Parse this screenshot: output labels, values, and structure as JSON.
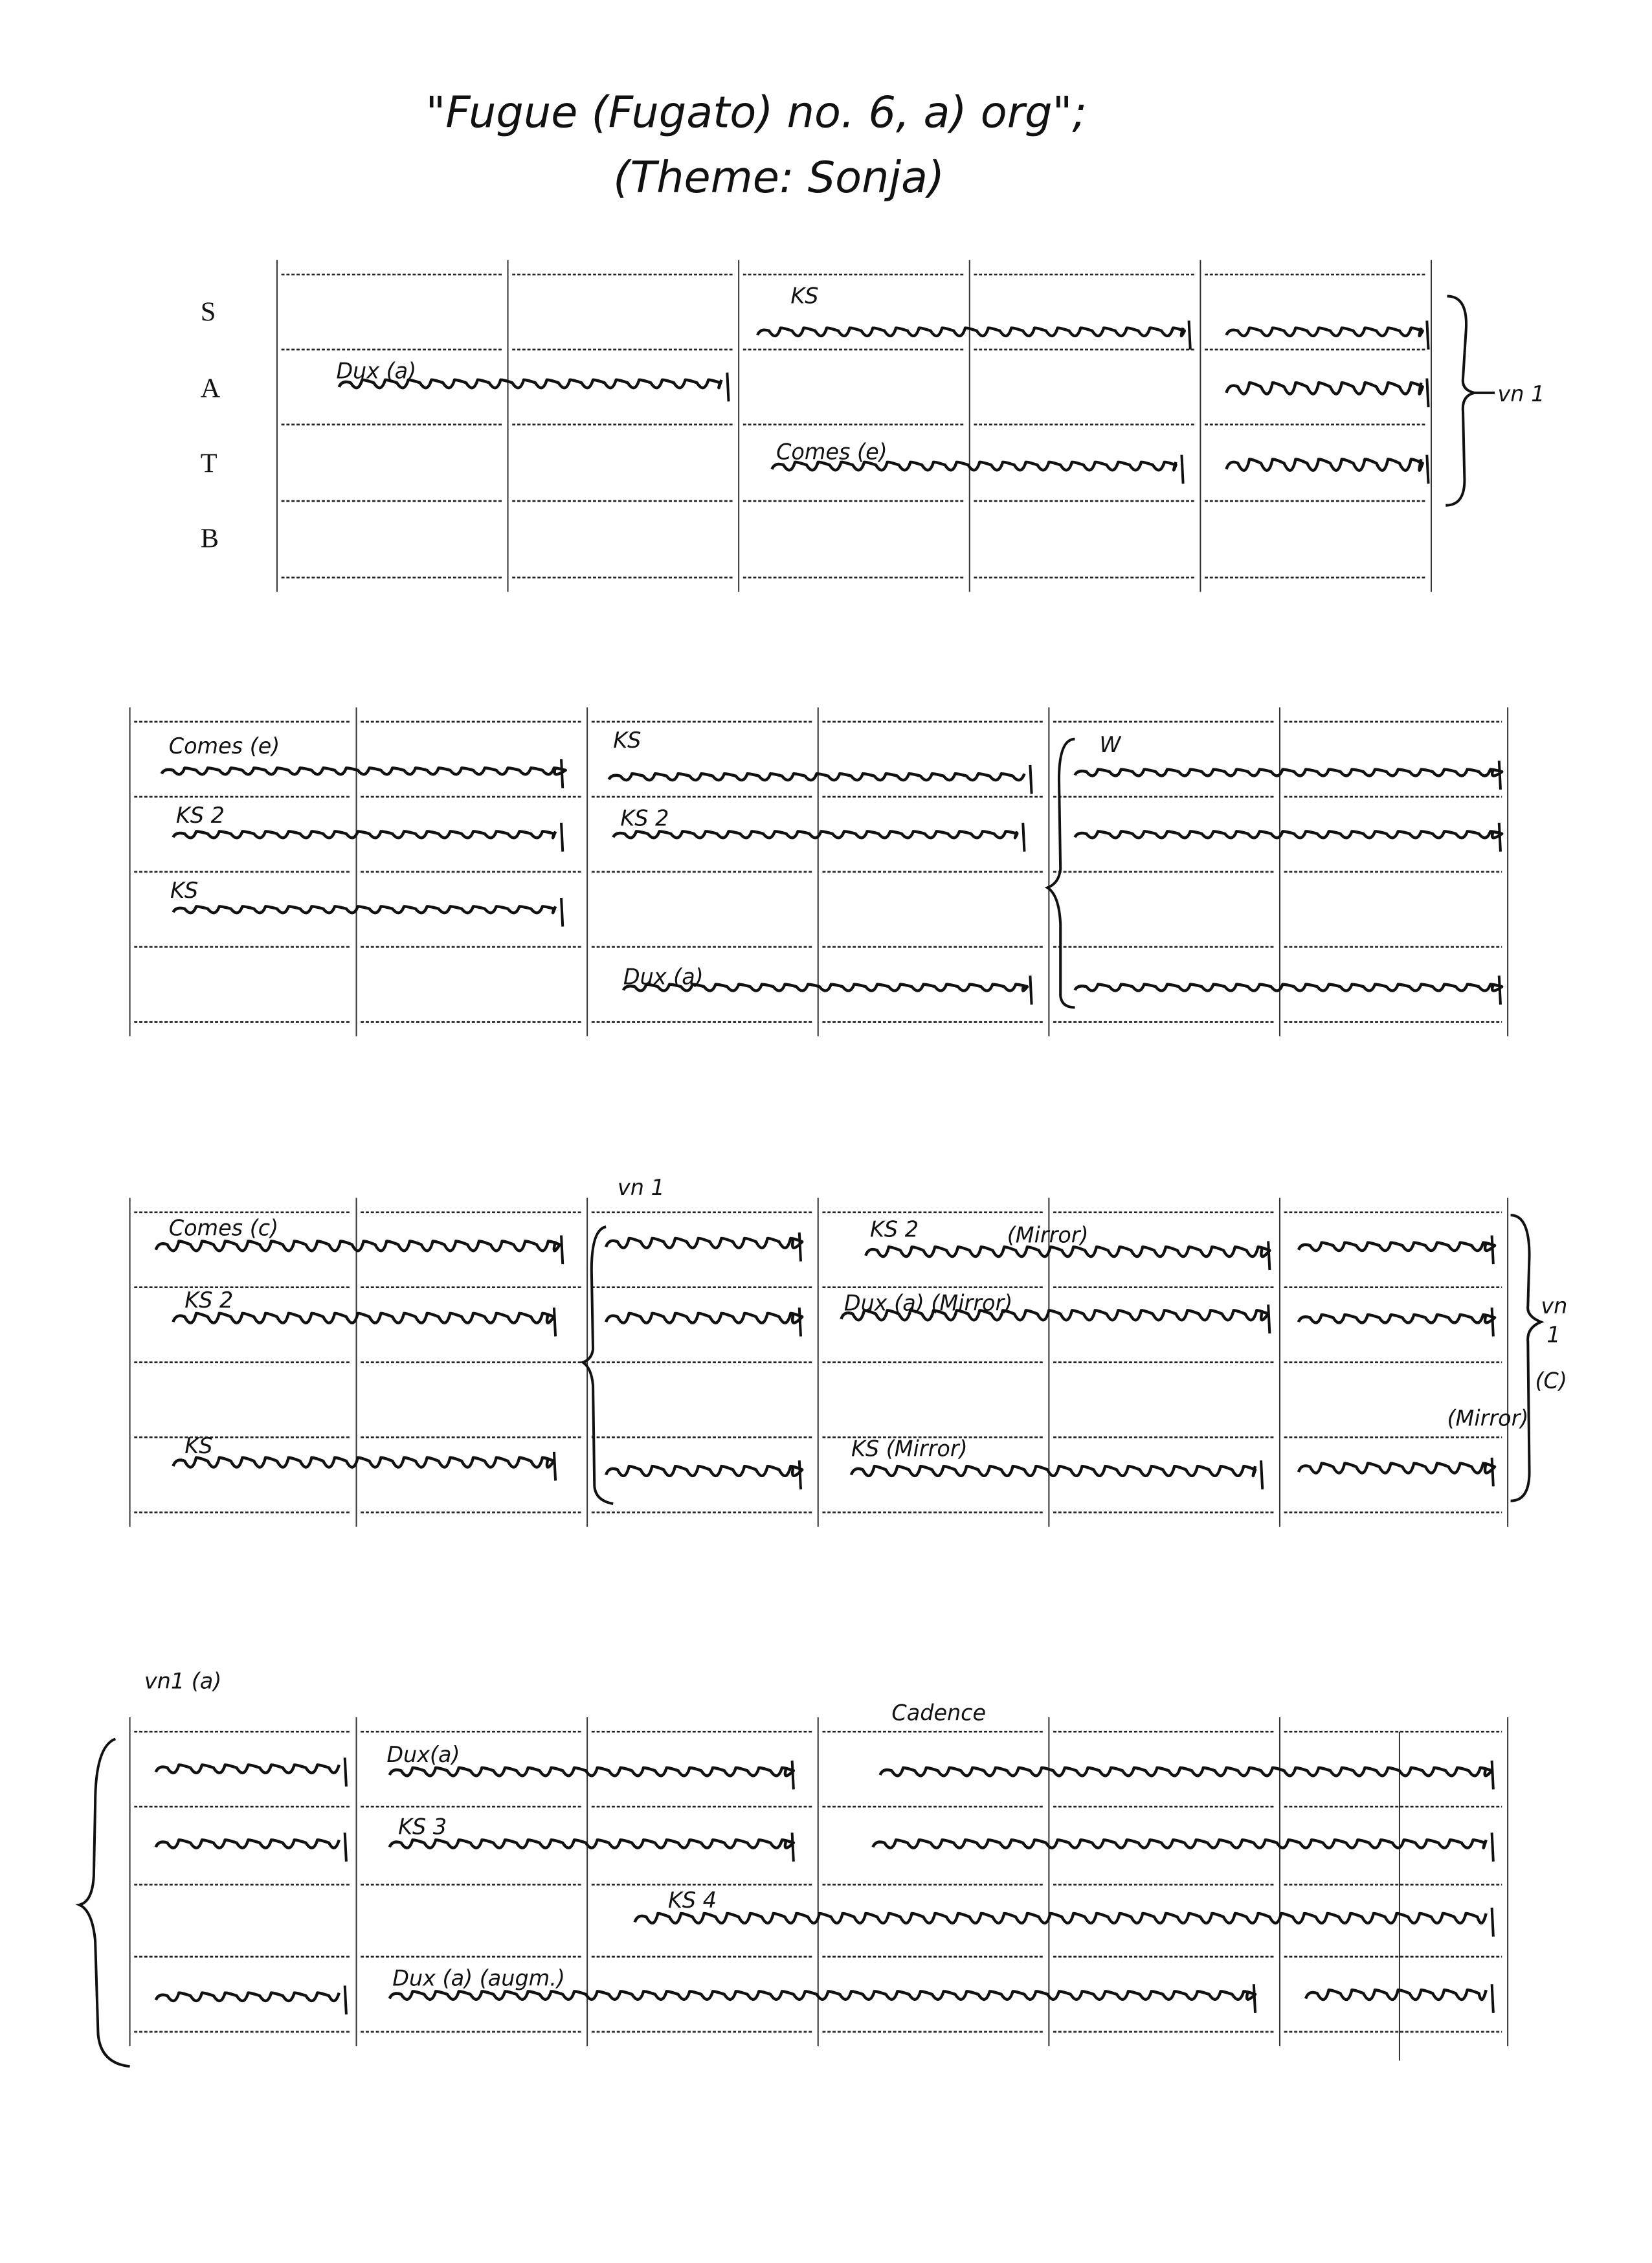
{
  "title": {
    "line1": "\"Fugue (Fugato) no. 6, a) org\";",
    "line2": "(Theme: Sonja)"
  },
  "system1": {
    "voices": [
      "S",
      "A",
      "T",
      "B"
    ],
    "labels": {
      "ks": "KS",
      "dux": "Dux (a)",
      "comes": "Comes (e)",
      "group": "vn 1"
    }
  },
  "system2": {
    "labels": {
      "comes": "Comes (e)",
      "ks_top": "KS",
      "w": "W",
      "ks2_a": "KS 2",
      "ks2_b": "KS 2",
      "ks": "KS",
      "dux": "Dux (a)"
    }
  },
  "system3": {
    "labels": {
      "vn1_top": "vn 1",
      "comes": "Comes (c)",
      "ks2_mirror": "KS 2",
      "mirror1": "(Mirror)",
      "ks2": "KS 2",
      "dux_mirror": "Dux (a) (Mirror)",
      "ks": "KS",
      "ks_mirror": "KS (Mirror)",
      "group_vn": "vn",
      "group_1": "1",
      "group_c": "(C)",
      "group_mirror": "(Mirror)"
    }
  },
  "system4": {
    "labels": {
      "vn1a": "vn1 (a)",
      "cadence": "Cadence",
      "dux": "Dux(a)",
      "ks3": "KS 3",
      "ks4": "KS 4",
      "dux_augm": "Dux (a) (augm.)"
    }
  }
}
